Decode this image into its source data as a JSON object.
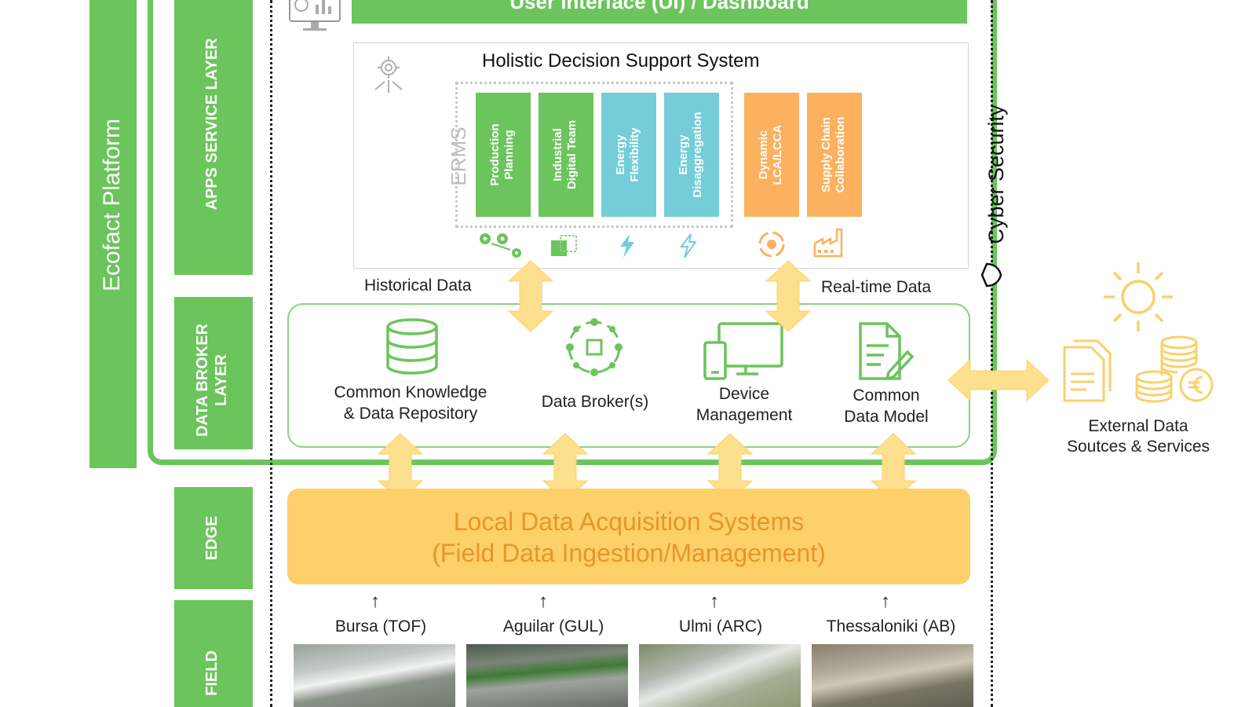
{
  "left_bars": {
    "platform": "Ecofact Platform",
    "apps_layer": "APPS SERVICE LAYER",
    "broker_layer_1": "DATA BROKER",
    "broker_layer_2": "LAYER",
    "edge": "EDGE",
    "field": "FIELD"
  },
  "ui_bar": {
    "title": "User Interface (UI) / Dashboard"
  },
  "hdss": {
    "title": "Holistic Decision Support System",
    "erms_label": "ERMS",
    "modules": [
      {
        "line1": "Production",
        "line2": "Planning",
        "color": "#6cc45c"
      },
      {
        "line1": "Industrial",
        "line2": "Digital Team",
        "color": "#6cc45c"
      },
      {
        "line1": "Energy",
        "line2": "Flexibility",
        "color": "#74cdd9"
      },
      {
        "line1": "Energy",
        "line2": "Disaggregation",
        "color": "#74cdd9"
      },
      {
        "line1": "Dynamic",
        "line2": "LCA/LCCA",
        "color": "#fbb15f"
      },
      {
        "line1": "Supply Chain",
        "line2": "Collaboration",
        "color": "#fbb15f"
      }
    ]
  },
  "data_flow": {
    "historical": "Historical Data",
    "realtime": "Real-time Data"
  },
  "broker": {
    "repository_1": "Common Knowledge",
    "repository_2": "& Data Repository",
    "data_broker": "Data Broker(s)",
    "device_1": "Device",
    "device_2": "Management",
    "model_1": "Common",
    "model_2": "Data Model"
  },
  "cyber": {
    "label": "Cyber Security"
  },
  "external": {
    "line1": "External Data",
    "line2": "Soutces & Services"
  },
  "edge": {
    "line1": "Local Data Acquisition Systems",
    "line2": "(Field Data Ingestion/Management)"
  },
  "field": {
    "arrow": "↑",
    "sites": [
      "Bursa (TOF)",
      "Aguilar (GUL)",
      "Ulmi (ARC)",
      "Thessaloniki (AB)"
    ]
  },
  "colors": {
    "green": "#6cc45c",
    "light_green": "#8fd081",
    "cyan": "#74cdd9",
    "orange": "#fbb15f",
    "yellow": "#fdd069",
    "arrow_yellow": "#fde08d",
    "edge_text": "#e8952a"
  }
}
